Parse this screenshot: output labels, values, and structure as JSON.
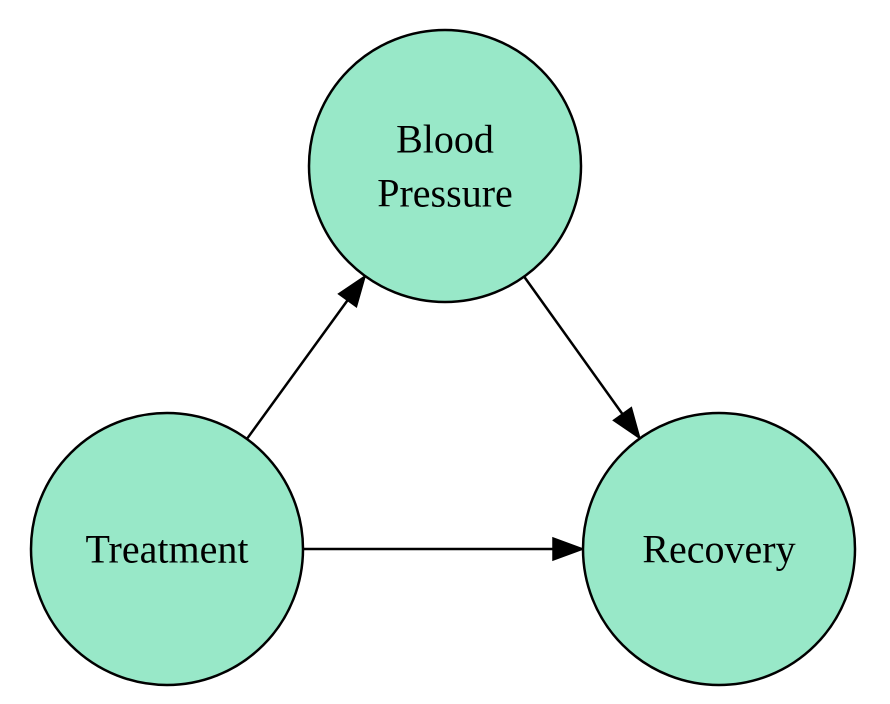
{
  "diagram": {
    "colors": {
      "node_fill": "#98e8c8",
      "stroke": "#000000",
      "background": "#ffffff"
    },
    "nodes": [
      {
        "id": "blood_pressure",
        "lines": [
          "Blood",
          "Pressure"
        ]
      },
      {
        "id": "treatment",
        "lines": [
          "Treatment"
        ]
      },
      {
        "id": "recovery",
        "lines": [
          "Recovery"
        ]
      }
    ],
    "edges": [
      {
        "from": "treatment",
        "to": "blood_pressure"
      },
      {
        "from": "blood_pressure",
        "to": "recovery"
      },
      {
        "from": "treatment",
        "to": "recovery"
      }
    ]
  }
}
